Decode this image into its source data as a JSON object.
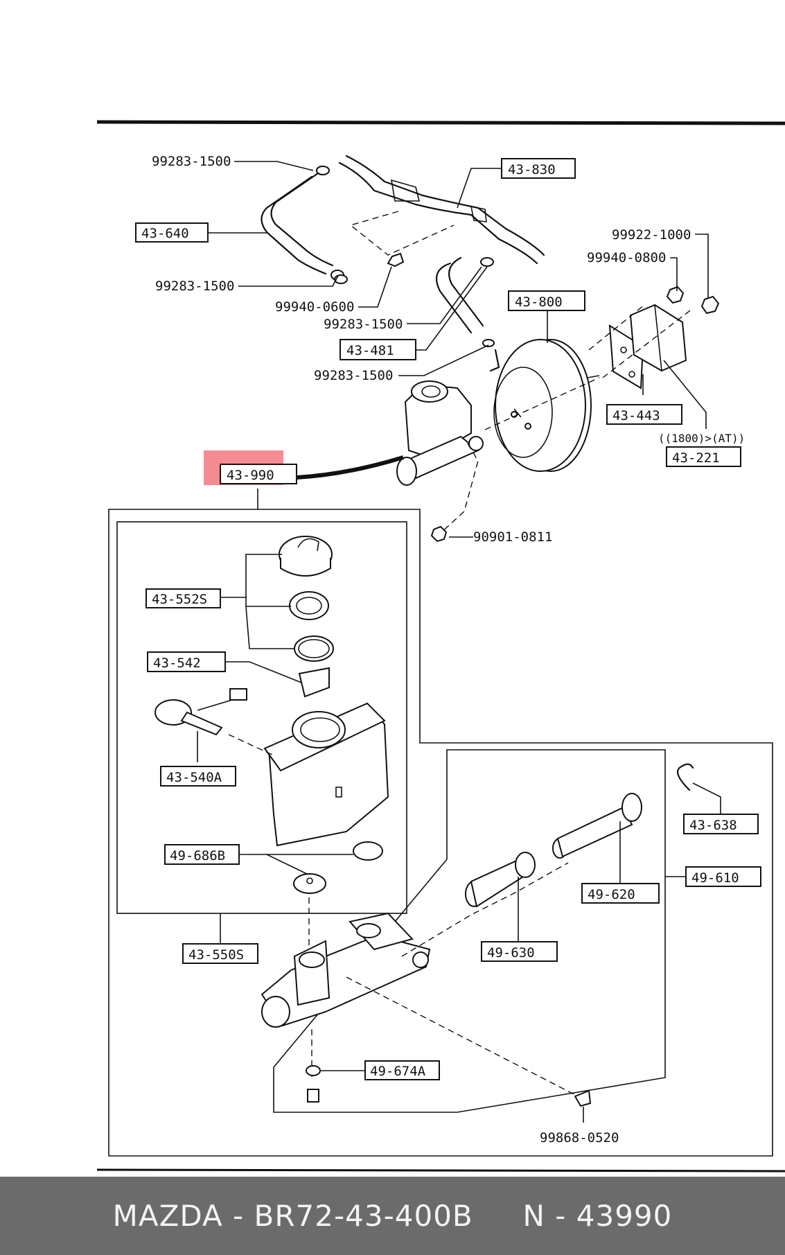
{
  "diagram": {
    "labels": {
      "l_99283_1500_a": "99283-1500",
      "l_43_640": "43-640",
      "l_99283_1500_b": "99283-1500",
      "l_99940_0600": "99940-0600",
      "l_99283_1500_c": "99283-1500",
      "l_43_481": "43-481",
      "l_99283_1500_d": "99283-1500",
      "l_43_830": "43-830",
      "l_99922_1000": "99922-1000",
      "l_99940_0800": "99940-0800",
      "l_43_800": "43-800",
      "l_43_443": "43-443",
      "l_1800_at": "((1800)>(AT))",
      "l_43_221": "43-221",
      "l_43_990": "43-990",
      "l_90901_0811": "90901-0811",
      "l_43_552s": "43-552S",
      "l_43_542": "43-542",
      "l_43_540a": "43-540A",
      "l_49_686b": "49-686B",
      "l_43_550s": "43-550S",
      "l_43_638": "43-638",
      "l_49_610": "49-610",
      "l_49_620": "49-620",
      "l_49_630": "49-630",
      "l_49_674a": "49-674A",
      "l_99868_0520": "99868-0520"
    },
    "highlight_color": "#f47f86"
  },
  "footer": {
    "text": "MAZDA - BR72-43-400B     N - 43990"
  }
}
